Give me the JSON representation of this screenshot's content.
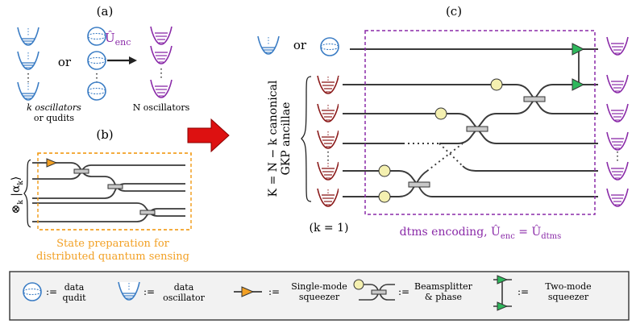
{
  "panels": {
    "a": {
      "label": "(a)",
      "or": "or",
      "operator": "Û",
      "operator_sub": "enc",
      "caption_left_1": "k oscillators",
      "caption_left_2": "or qudits",
      "caption_right": "N oscillators"
    },
    "b": {
      "label": "(b)",
      "state_label": "⊗_k |α_k⟩",
      "caption_1": "State preparation for",
      "caption_2": "distributed quantum sensing"
    },
    "c": {
      "label": "(c)",
      "or": "or",
      "vertical_label_1": "K = N − k canonical",
      "vertical_label_2": "GKP ancillae",
      "k_note": "(k = 1)",
      "caption": "dtms encoding, Û",
      "caption_sub1": "enc",
      "caption_eq": " = Û",
      "caption_sub2": "dtms"
    }
  },
  "legend": {
    "data_qudit": "data qudit",
    "data_qudit_l1": "data",
    "data_qudit_l2": "qudit",
    "data_osc_l1": "data",
    "data_osc_l2": "oscillator",
    "sms_l1": "Single-mode",
    "sms_l2": "squeezer",
    "bs_l1": "Beamsplitter",
    "bs_l2": "& phase",
    "tms_l1": "Two-mode",
    "tms_l2": "squeezer",
    "defeq": ":="
  },
  "colors": {
    "blue": "#3a7cc4",
    "purple": "#8a2aa8",
    "darkred": "#8b1a1a",
    "orange": "#f2a024",
    "green": "#2eb85c",
    "yellow": "#f4f0b0",
    "arrow_red": "#dd1111",
    "legend_bg": "#f2f2f2",
    "line": "#3a3a3a"
  }
}
